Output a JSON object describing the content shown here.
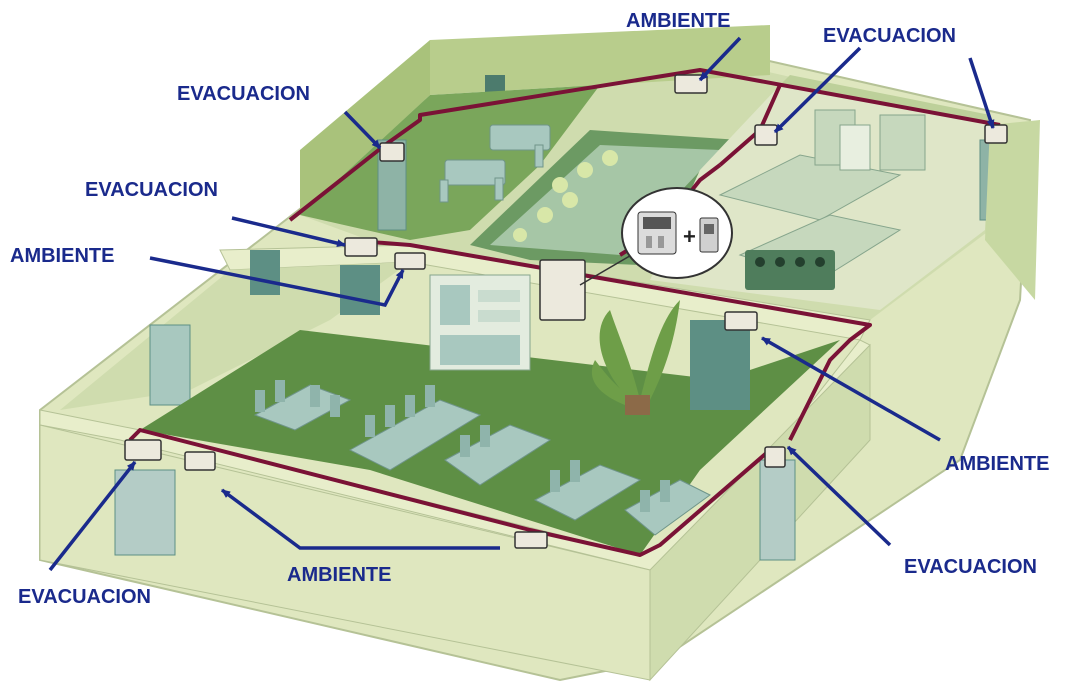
{
  "labels": {
    "ambiente_top": "AMBIENTE",
    "evacuacion_top_right": "EVACUACION",
    "evacuacion_top_left": "EVACUACION",
    "evacuacion_left": "EVACUACION",
    "ambiente_left": "AMBIENTE",
    "ambiente_right": "AMBIENTE",
    "evacuacion_bottom_right": "EVACUACION",
    "ambiente_bottom": "AMBIENTE",
    "evacuacion_bottom_left": "EVACUACION"
  },
  "plus_sign": "+",
  "colors": {
    "label": "#1a2a8c",
    "arrow": "#1a2a8c",
    "pipe": "#7a1236",
    "floor": "#cfdcae",
    "wall_top": "#e8eecb",
    "wall_front": "#dfe7bf",
    "dining_floor": "#5e8f45",
    "kitchen_floor": "#dfe6c8",
    "furniture": "#9fc1b7",
    "door": "#5d8f84",
    "unit": "#ece9dd"
  }
}
